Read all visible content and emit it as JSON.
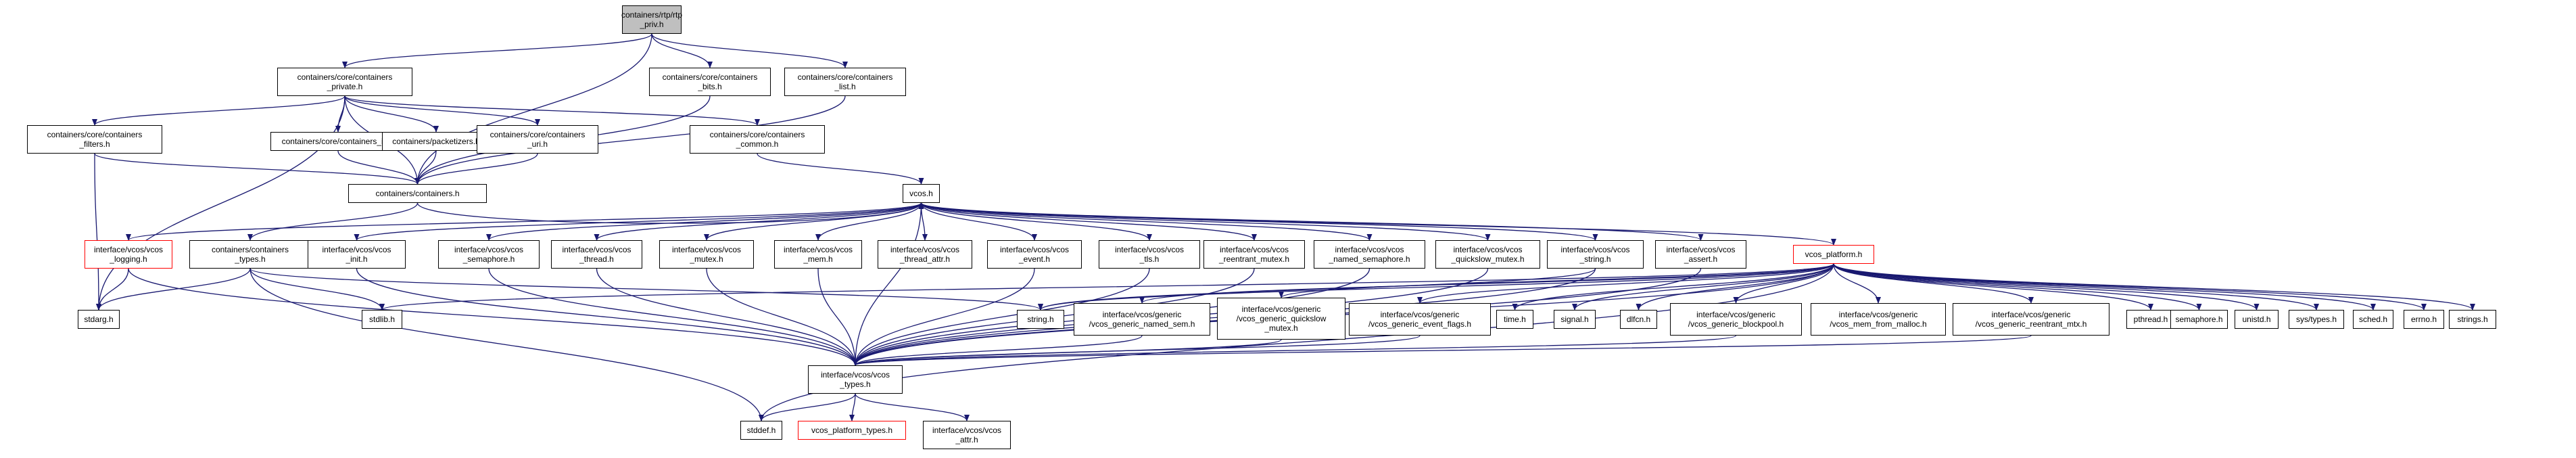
{
  "diagram": {
    "colors": {
      "edge": "#191970",
      "border": "#000000",
      "root_fill": "#bfbfbf",
      "incomplete_border": "#ff0000"
    },
    "nodes": [
      {
        "id": "root",
        "label": "containers/rtp/rtp\n_priv.h",
        "kind": "root"
      },
      {
        "id": "cprivate",
        "label": "containers/core/containers\n_private.h"
      },
      {
        "id": "cbits",
        "label": "containers/core/containers\n_bits.h"
      },
      {
        "id": "clist",
        "label": "containers/core/containers\n_list.h"
      },
      {
        "id": "cfilters",
        "label": "containers/core/containers\n_filters.h"
      },
      {
        "id": "cio",
        "label": "containers/core/containers_io.h"
      },
      {
        "id": "packetizers",
        "label": "containers/packetizers.h"
      },
      {
        "id": "curi",
        "label": "containers/core/containers\n_uri.h"
      },
      {
        "id": "ccommon",
        "label": "containers/core/containers\n_common.h"
      },
      {
        "id": "containers",
        "label": "containers/containers.h"
      },
      {
        "id": "vcos",
        "label": "vcos.h"
      },
      {
        "id": "logging",
        "label": "interface/vcos/vcos\n_logging.h",
        "kind": "red"
      },
      {
        "id": "ctypes",
        "label": "containers/containers\n_types.h"
      },
      {
        "id": "vinit",
        "label": "interface/vcos/vcos\n_init.h"
      },
      {
        "id": "vsem",
        "label": "interface/vcos/vcos\n_semaphore.h"
      },
      {
        "id": "vthread",
        "label": "interface/vcos/vcos\n_thread.h"
      },
      {
        "id": "vmutex",
        "label": "interface/vcos/vcos\n_mutex.h"
      },
      {
        "id": "vmem",
        "label": "interface/vcos/vcos\n_mem.h"
      },
      {
        "id": "vthreadattr",
        "label": "interface/vcos/vcos\n_thread_attr.h"
      },
      {
        "id": "vevent",
        "label": "interface/vcos/vcos\n_event.h"
      },
      {
        "id": "vtls",
        "label": "interface/vcos/vcos\n_tls.h"
      },
      {
        "id": "vreentrant",
        "label": "interface/vcos/vcos\n_reentrant_mutex.h"
      },
      {
        "id": "vnamedsem",
        "label": "interface/vcos/vcos\n_named_semaphore.h"
      },
      {
        "id": "vquickslow",
        "label": "interface/vcos/vcos\n_quickslow_mutex.h"
      },
      {
        "id": "vstring",
        "label": "interface/vcos/vcos\n_string.h"
      },
      {
        "id": "vassert",
        "label": "interface/vcos/vcos\n_assert.h"
      },
      {
        "id": "vplatform",
        "label": "vcos_platform.h",
        "kind": "red"
      },
      {
        "id": "stdarg",
        "label": "stdarg.h"
      },
      {
        "id": "stdlib",
        "label": "stdlib.h"
      },
      {
        "id": "string",
        "label": "string.h"
      },
      {
        "id": "gnamedsem",
        "label": "interface/vcos/generic\n/vcos_generic_named_sem.h"
      },
      {
        "id": "gquickslow",
        "label": "interface/vcos/generic\n/vcos_generic_quickslow\n_mutex.h"
      },
      {
        "id": "geventflags",
        "label": "interface/vcos/generic\n/vcos_generic_event_flags.h"
      },
      {
        "id": "time",
        "label": "time.h"
      },
      {
        "id": "signal",
        "label": "signal.h"
      },
      {
        "id": "dlfcn",
        "label": "dlfcn.h"
      },
      {
        "id": "gblockpool",
        "label": "interface/vcos/generic\n/vcos_generic_blockpool.h"
      },
      {
        "id": "gmalloc",
        "label": "interface/vcos/generic\n/vcos_mem_from_malloc.h"
      },
      {
        "id": "greentrant",
        "label": "interface/vcos/generic\n/vcos_generic_reentrant_mtx.h"
      },
      {
        "id": "pthread",
        "label": "pthread.h"
      },
      {
        "id": "semaphore",
        "label": "semaphore.h"
      },
      {
        "id": "unistd",
        "label": "unistd.h"
      },
      {
        "id": "systypes",
        "label": "sys/types.h"
      },
      {
        "id": "sched",
        "label": "sched.h"
      },
      {
        "id": "errno",
        "label": "errno.h"
      },
      {
        "id": "strings",
        "label": "strings.h"
      },
      {
        "id": "vtypes",
        "label": "interface/vcos/vcos\n_types.h"
      },
      {
        "id": "stddef",
        "label": "stddef.h"
      },
      {
        "id": "vplatformtypes",
        "label": "vcos_platform_types.h",
        "kind": "red"
      },
      {
        "id": "vattr",
        "label": "interface/vcos/vcos\n_attr.h"
      }
    ],
    "edges": [
      [
        "root",
        "cprivate"
      ],
      [
        "root",
        "cbits"
      ],
      [
        "root",
        "clist"
      ],
      [
        "root",
        "containers"
      ],
      [
        "cprivate",
        "cfilters"
      ],
      [
        "cprivate",
        "cio"
      ],
      [
        "cprivate",
        "packetizers"
      ],
      [
        "cprivate",
        "curi"
      ],
      [
        "cprivate",
        "ccommon"
      ],
      [
        "cprivate",
        "containers"
      ],
      [
        "cprivate",
        "stdarg"
      ],
      [
        "cbits",
        "containers"
      ],
      [
        "clist",
        "containers"
      ],
      [
        "cfilters",
        "containers"
      ],
      [
        "cfilters",
        "stdarg"
      ],
      [
        "cio",
        "containers"
      ],
      [
        "packetizers",
        "containers"
      ],
      [
        "curi",
        "containers"
      ],
      [
        "ccommon",
        "vcos"
      ],
      [
        "containers",
        "ctypes"
      ],
      [
        "containers",
        "vcos"
      ],
      [
        "ctypes",
        "stdarg"
      ],
      [
        "ctypes",
        "stdlib"
      ],
      [
        "ctypes",
        "string"
      ],
      [
        "ctypes",
        "stddef"
      ],
      [
        "vcos",
        "logging"
      ],
      [
        "vcos",
        "vinit"
      ],
      [
        "vcos",
        "vsem"
      ],
      [
        "vcos",
        "vthread"
      ],
      [
        "vcos",
        "vmutex"
      ],
      [
        "vcos",
        "vmem"
      ],
      [
        "vcos",
        "vthreadattr"
      ],
      [
        "vcos",
        "vevent"
      ],
      [
        "vcos",
        "vtls"
      ],
      [
        "vcos",
        "vreentrant"
      ],
      [
        "vcos",
        "vnamedsem"
      ],
      [
        "vcos",
        "vquickslow"
      ],
      [
        "vcos",
        "vstring"
      ],
      [
        "vcos",
        "vassert"
      ],
      [
        "vcos",
        "vplatform"
      ],
      [
        "vcos",
        "vtypes"
      ],
      [
        "logging",
        "stdarg"
      ],
      [
        "logging",
        "vtypes"
      ],
      [
        "vinit",
        "vtypes"
      ],
      [
        "vsem",
        "vtypes"
      ],
      [
        "vthread",
        "vtypes"
      ],
      [
        "vmutex",
        "vtypes"
      ],
      [
        "vmem",
        "vtypes"
      ],
      [
        "vevent",
        "vtypes"
      ],
      [
        "vtls",
        "vtypes"
      ],
      [
        "vreentrant",
        "vtypes"
      ],
      [
        "vnamedsem",
        "vtypes"
      ],
      [
        "vquickslow",
        "vtypes"
      ],
      [
        "vstring",
        "vtypes"
      ],
      [
        "vassert",
        "vtypes"
      ],
      [
        "vstring",
        "string"
      ],
      [
        "vplatform",
        "stdlib"
      ],
      [
        "vplatform",
        "string"
      ],
      [
        "vplatform",
        "gnamedsem"
      ],
      [
        "vplatform",
        "gquickslow"
      ],
      [
        "vplatform",
        "geventflags"
      ],
      [
        "vplatform",
        "time"
      ],
      [
        "vplatform",
        "signal"
      ],
      [
        "vplatform",
        "dlfcn"
      ],
      [
        "vplatform",
        "gblockpool"
      ],
      [
        "vplatform",
        "gmalloc"
      ],
      [
        "vplatform",
        "greentrant"
      ],
      [
        "vplatform",
        "pthread"
      ],
      [
        "vplatform",
        "semaphore"
      ],
      [
        "vplatform",
        "unistd"
      ],
      [
        "vplatform",
        "systypes"
      ],
      [
        "vplatform",
        "sched"
      ],
      [
        "vplatform",
        "errno"
      ],
      [
        "vplatform",
        "strings"
      ],
      [
        "vplatform",
        "stddef"
      ],
      [
        "vplatform",
        "vtypes"
      ],
      [
        "gnamedsem",
        "vtypes"
      ],
      [
        "gquickslow",
        "vtypes"
      ],
      [
        "geventflags",
        "vtypes"
      ],
      [
        "gblockpool",
        "vtypes"
      ],
      [
        "greentrant",
        "vtypes"
      ],
      [
        "vtypes",
        "stddef"
      ],
      [
        "vtypes",
        "vplatformtypes"
      ],
      [
        "vtypes",
        "vattr"
      ]
    ]
  }
}
